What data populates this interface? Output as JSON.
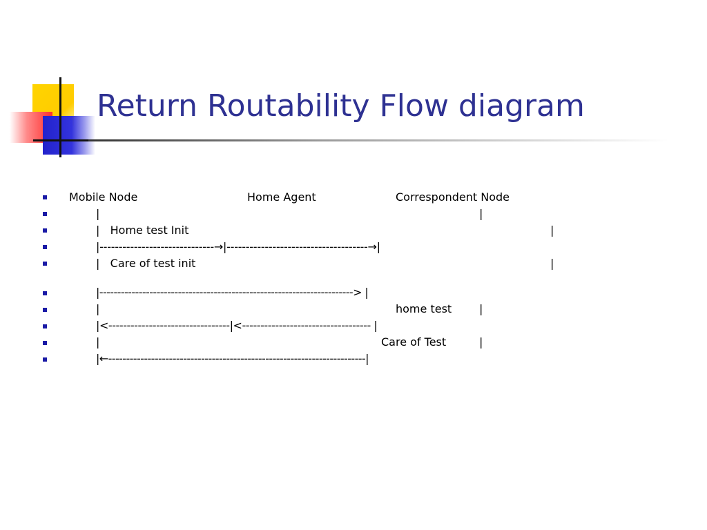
{
  "slide": {
    "title": "Return Routability Flow diagram",
    "accent_color": "#2e3192",
    "bullet_color": "#1a1aa6",
    "bullet_icon": "square-bullet-icon"
  },
  "rows": [
    {
      "header_mobile": "Mobile Node",
      "header_home": "Home Agent",
      "header_correspondent": "Correspondent Node"
    },
    {
      "left": "|",
      "right": "|"
    },
    {
      "left": "|   Home test Init",
      "right": "|"
    },
    {
      "text": "|------------------------------→|-------------------------------------→|"
    },
    {
      "left": "|   Care of test init",
      "right": "|"
    },
    {
      "text": "|-----------------------------------------------------------------------> |"
    },
    {
      "left": "|",
      "message": "home test",
      "right": "|"
    },
    {
      "text": "|<---------------------------------|<----------------------------------- |"
    },
    {
      "left": "|",
      "message": "Care of Test",
      "right": "|"
    },
    {
      "text": "|←------------------------------------------------------------------------|"
    }
  ]
}
